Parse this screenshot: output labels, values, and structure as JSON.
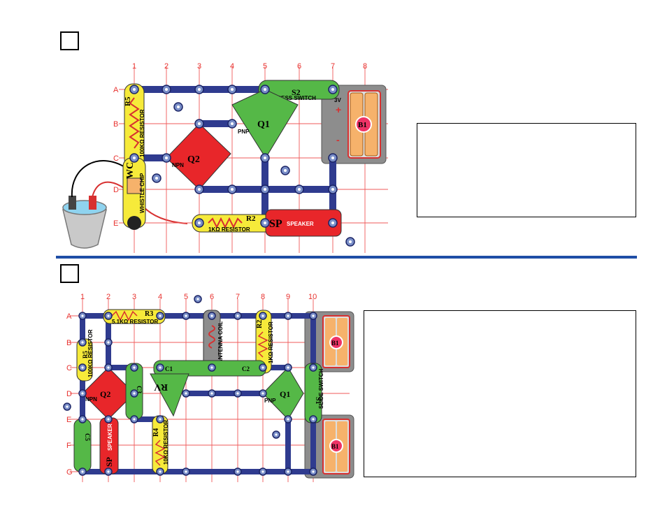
{
  "panel_top": {
    "cols": [
      "1",
      "2",
      "3",
      "4",
      "5",
      "6",
      "7",
      "8"
    ],
    "rows": [
      "A",
      "B",
      "C",
      "D",
      "E"
    ],
    "parts": {
      "r5_label": "R5",
      "r5_text": "100KΩ RESISTOR",
      "s2_label": "S2",
      "s2_text": "PRESS SWITCH",
      "q1_label": "Q1",
      "q1_text": "PNP",
      "q2_label": "Q2",
      "q2_text": "NPN",
      "b1_label": "B1",
      "b1_volt": "3V",
      "wc_label": "WC",
      "wc_text": "WHISTLE CHIP",
      "r2_label": "R2",
      "r2_text": "1KΩ RESISTOR",
      "sp_label": "SP",
      "sp_text": "SPEAKER"
    }
  },
  "panel_bottom": {
    "cols": [
      "1",
      "2",
      "3",
      "4",
      "5",
      "6",
      "7",
      "8",
      "9",
      "10"
    ],
    "rows": [
      "A",
      "B",
      "C",
      "D",
      "E",
      "F",
      "G"
    ],
    "parts": {
      "r3_label": "R3",
      "r3_text": "5.1KΩ RESISTOR",
      "r2_label": "R2",
      "r2_text": "1KΩ RESISTOR",
      "r5_label": "R5",
      "r5_text": "100KΩ RESISTOR",
      "r4_label": "R4",
      "r4_text": "10KΩ RESISTOR",
      "q2_label": "Q2",
      "q2_text": "NPN",
      "q1_label": "Q1",
      "q1_text": "PNP",
      "rv_label": "RV",
      "sp_label": "SP",
      "sp_text": "SPEAKER",
      "b1_label": "B1",
      "s1_label": "S1",
      "s1_text": "SLIDE SWITCH",
      "c1_label": "C1",
      "c2_label": "C2",
      "c3_label": "C3",
      "c5_label": "C5",
      "coil_text": "ANTENNA COIL"
    }
  },
  "colors": {
    "grid_red": "#e8322f",
    "divider_blue": "#1f4ea6",
    "snap_blue": "#2f3b8f",
    "transistor_red": "#e8262a",
    "transistor_green": "#55b847",
    "resistor_yellow": "#f6ea3a",
    "battery_grey": "#8d8d8d",
    "battery_orange": "#f6b26b"
  }
}
